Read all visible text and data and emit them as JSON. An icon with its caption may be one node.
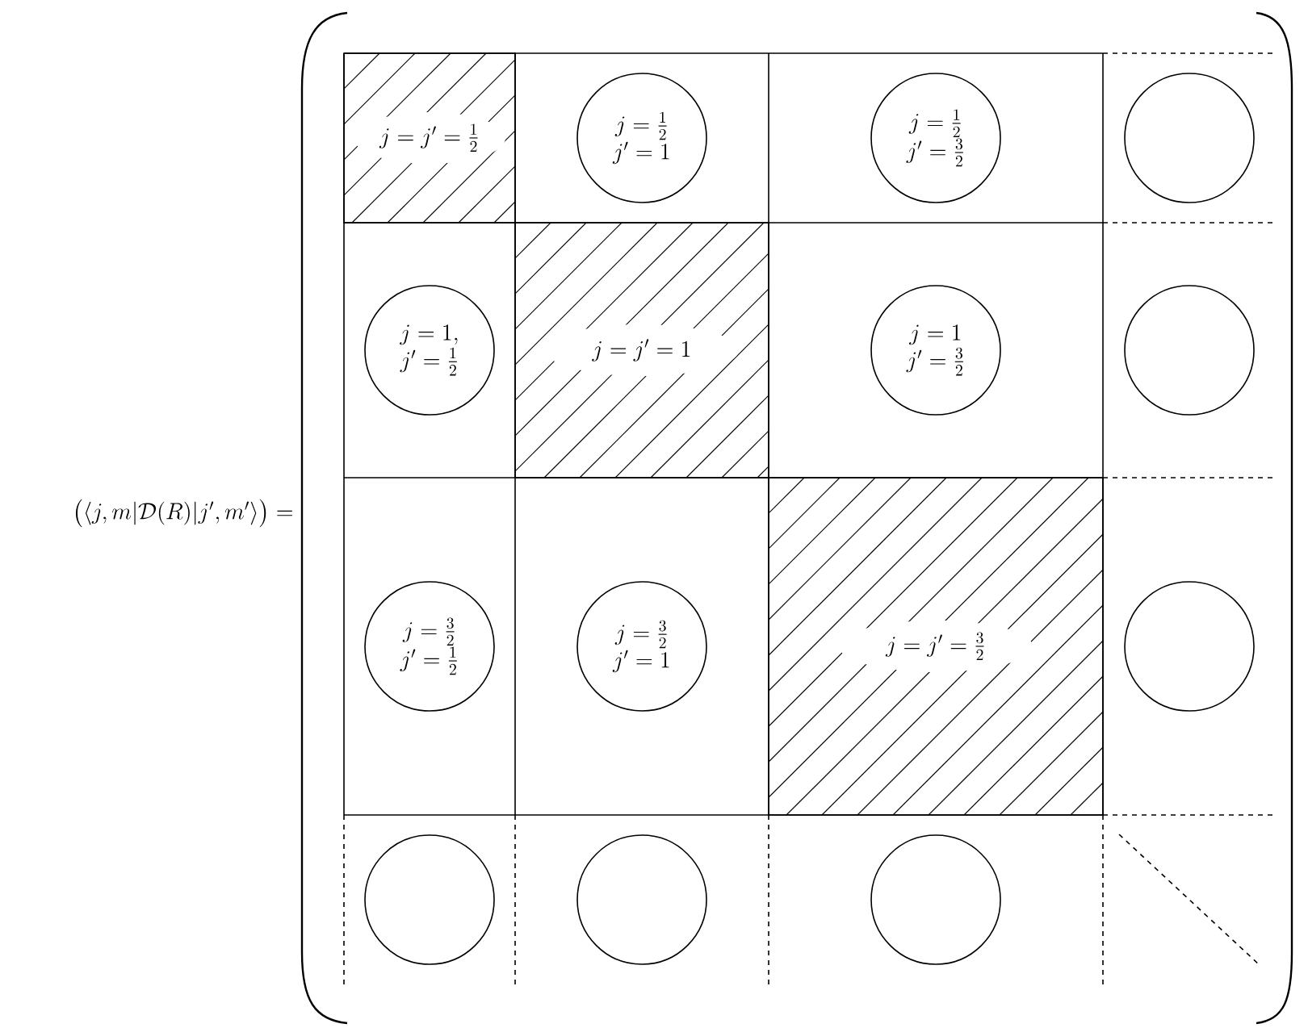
{
  "diagram": {
    "nodes": [
      {
        "text": [
          "j=j'=\\frac{1}{2}"
        ]
      },
      {
        "text": [
          "j=\\frac{1}{2}",
          "j'=1"
        ]
      },
      {
        "text": [
          "j=\\frac{1}{2}",
          "j'=\\frac{3}{2}"
        ]
      },
      {
        "text": [],
        "shape": "circle"
      },
      {
        "text": [
          "j=1,",
          "j'=\\frac{1}{2}"
        ]
      },
      {
        "text": [
          "j=j'=1"
        ]
      },
      {
        "text": [
          "j=1",
          "j'=\\frac{3}{2}"
        ]
      },
      {
        "text": [],
        "shape": "circle"
      },
      {
        "text": [
          "j=\\frac{3}{2}",
          "j'=\\frac{1}{2}"
        ]
      },
      {
        "text": [
          "j=\\frac{3}{2}",
          "j'=1"
        ]
      },
      {
        "text": [
          "j=j'=\\frac{3}{2}"
        ]
      },
      {
        "text": [],
        "shape": "circle"
      },
      {
        "text": [],
        "shape": "circle"
      },
      {
        "text": [],
        "shape": "circle"
      },
      {
        "text": [],
        "shape": "circle"
      }
    ],
    "labels": [
      "\\bigl(\\langle j,m|\\mathcal{D}(R)|j',m'\\rangle\\bigr)="
    ]
  }
}
